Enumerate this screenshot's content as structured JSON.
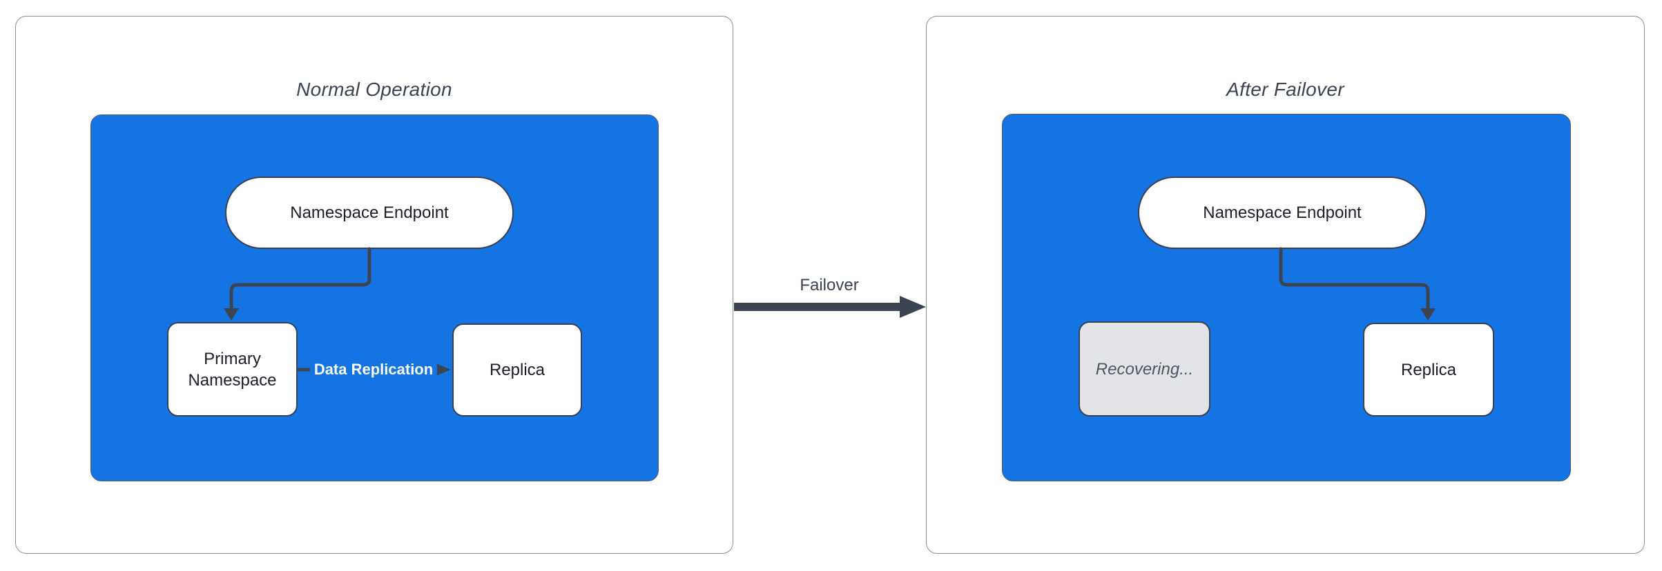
{
  "colors": {
    "page_bg": "#FFFFFF",
    "panel_border": "#8A9097",
    "container_fill": "#1474E3",
    "container_border": "#565B63",
    "node_fill": "#FFFFFF",
    "node_border": "#374151",
    "connector": "#3D4451",
    "title_text": "#3A4351",
    "node_text": "#1A1E26",
    "disabled_fill": "#E2E4E7",
    "disabled_text": "#4C5560",
    "edge_label_on_blue": "#FFFFFF"
  },
  "panels": {
    "left": {
      "title": "Normal Operation",
      "nodes": {
        "endpoint": "Namespace Endpoint",
        "primary": "Primary Namespace",
        "replica": "Replica"
      },
      "edges": {
        "replication_label": "Data Replication"
      }
    },
    "right": {
      "title": "After Failover",
      "nodes": {
        "endpoint": "Namespace Endpoint",
        "recovering": "Recovering...",
        "replica": "Replica"
      }
    },
    "transition": {
      "label": "Failover"
    }
  }
}
